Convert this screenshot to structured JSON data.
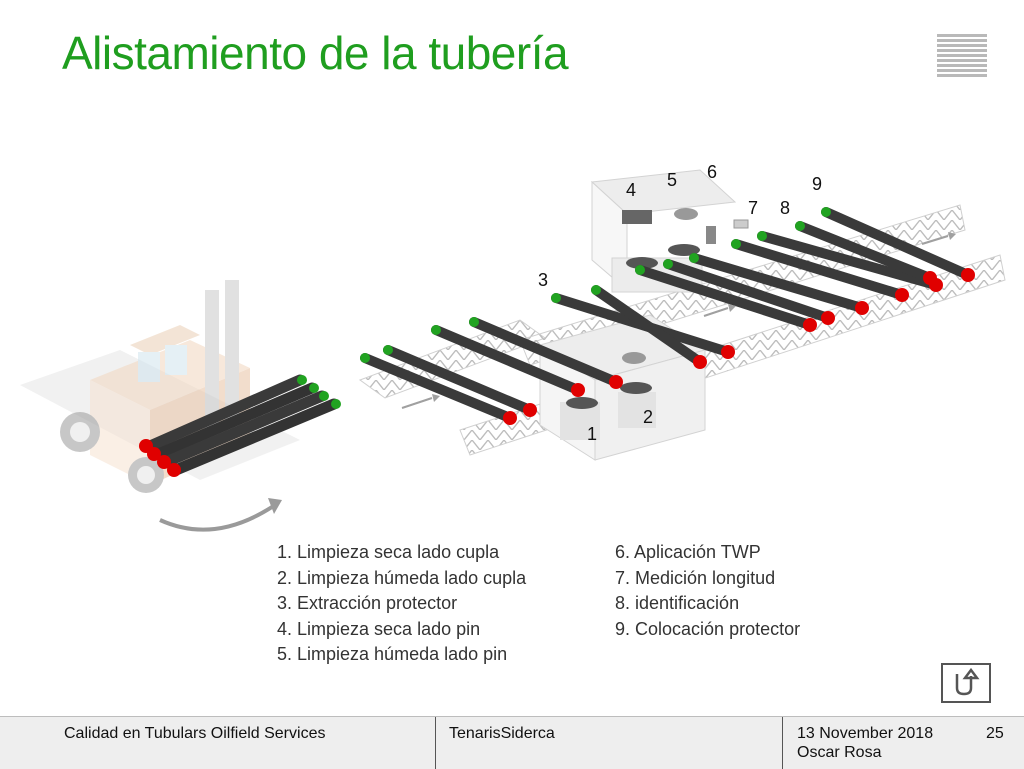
{
  "slide": {
    "title": "Alistamiento de la tubería"
  },
  "colors": {
    "title": "#1f9e1f",
    "pipe": "#3a3a3a",
    "pipe_end_red": "#e00000",
    "pipe_end_green": "#21a321",
    "frame": "#e6e6e6"
  },
  "icons": {
    "menu": "menu-lines-icon",
    "return": "return-arrow-icon"
  },
  "illustration": {
    "step_labels": [
      "1",
      "2",
      "3",
      "4",
      "5",
      "6",
      "7",
      "8",
      "9"
    ]
  },
  "legend": {
    "left": [
      "1. Limpieza seca lado cupla",
      "2. Limpieza húmeda lado cupla",
      "3. Extracción protector",
      "4. Limpieza seca lado pin",
      "5. Limpieza húmeda lado pin"
    ],
    "right": [
      "6. Aplicación TWP",
      "7. Medición longitud",
      "8. identificación",
      "9. Colocación protector"
    ]
  },
  "footer": {
    "organization": "Calidad en Tubulars Oilfield Services",
    "company": "TenarisSiderca",
    "date": "13 November 2018",
    "author": "Oscar Rosa",
    "page_number": "25"
  }
}
